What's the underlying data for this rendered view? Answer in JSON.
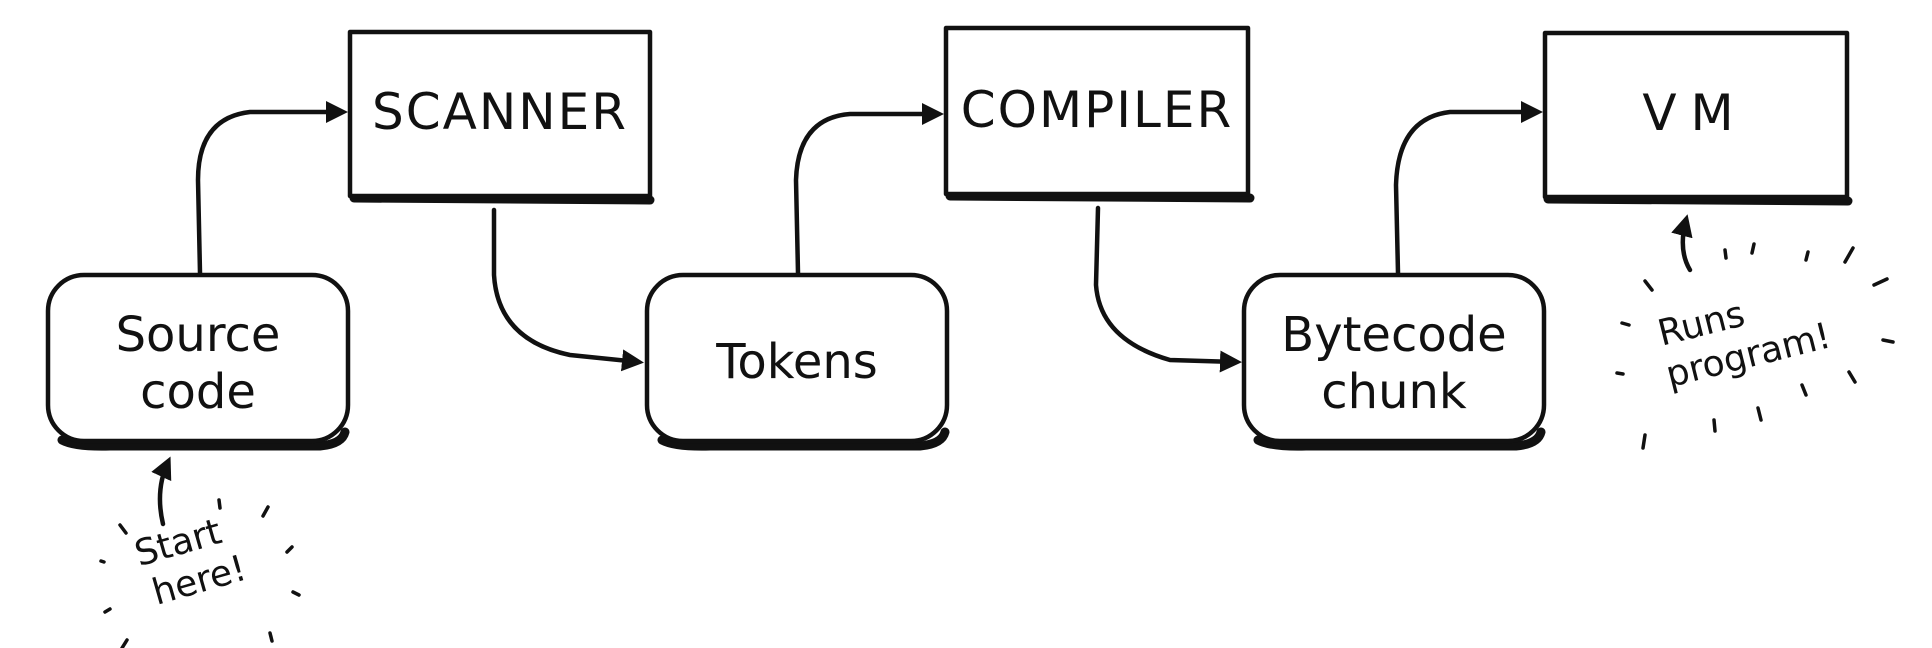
{
  "diagram": {
    "title": "Compiler pipeline",
    "stages": [
      {
        "id": "scanner",
        "label": "SCANNER",
        "kind": "process"
      },
      {
        "id": "compiler",
        "label": "COMPILER",
        "kind": "process"
      },
      {
        "id": "vm",
        "label": "VM",
        "kind": "process"
      }
    ],
    "artifacts": [
      {
        "id": "source",
        "lines": [
          "Source",
          "code"
        ],
        "kind": "data"
      },
      {
        "id": "tokens",
        "lines": [
          "Tokens"
        ],
        "kind": "data"
      },
      {
        "id": "bytecode",
        "lines": [
          "Bytecode",
          "chunk"
        ],
        "kind": "data"
      }
    ],
    "edges": [
      {
        "from": "source",
        "to": "scanner"
      },
      {
        "from": "scanner",
        "to": "tokens"
      },
      {
        "from": "tokens",
        "to": "compiler"
      },
      {
        "from": "compiler",
        "to": "bytecode"
      },
      {
        "from": "bytecode",
        "to": "vm"
      }
    ],
    "annotations": [
      {
        "id": "start",
        "lines": [
          "Start",
          "here!"
        ],
        "points_to": "source"
      },
      {
        "id": "runs",
        "lines": [
          "Runs",
          "program!"
        ],
        "points_to": "vm"
      }
    ]
  }
}
